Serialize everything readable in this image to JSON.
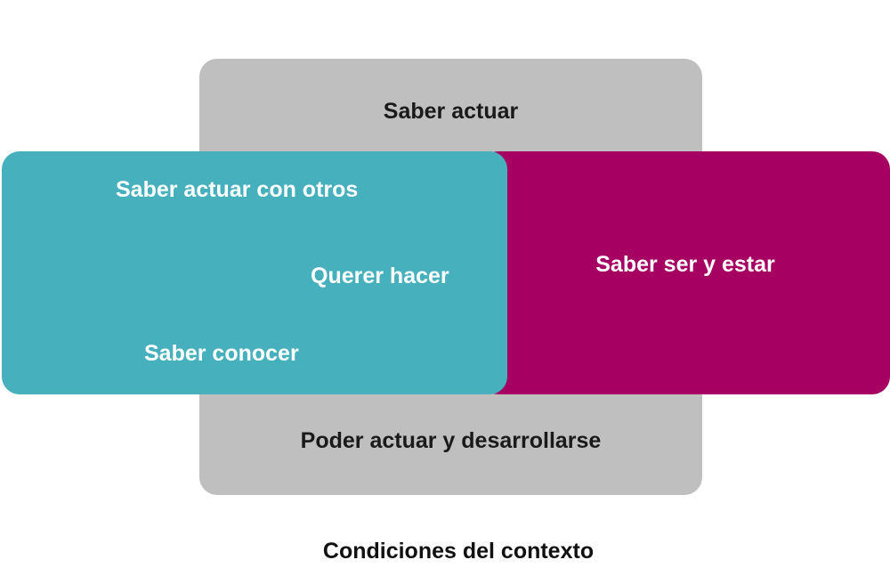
{
  "diagram": {
    "top": {
      "label": "Saber actuar",
      "color": "#bfbfbf",
      "text_color": "#1a1a1a"
    },
    "bottom": {
      "label": "Poder actuar y desarrollarse",
      "color": "#bfbfbf",
      "text_color": "#1a1a1a"
    },
    "right": {
      "label": "Saber ser y estar",
      "color": "#a50062",
      "text_color": "#ffffff"
    },
    "left": {
      "color": "#47b0bd",
      "text_color": "#ffffff",
      "labels": [
        "Saber actuar con otros",
        "Querer hacer",
        "Saber conocer"
      ]
    }
  },
  "caption": "Condiciones del contexto"
}
